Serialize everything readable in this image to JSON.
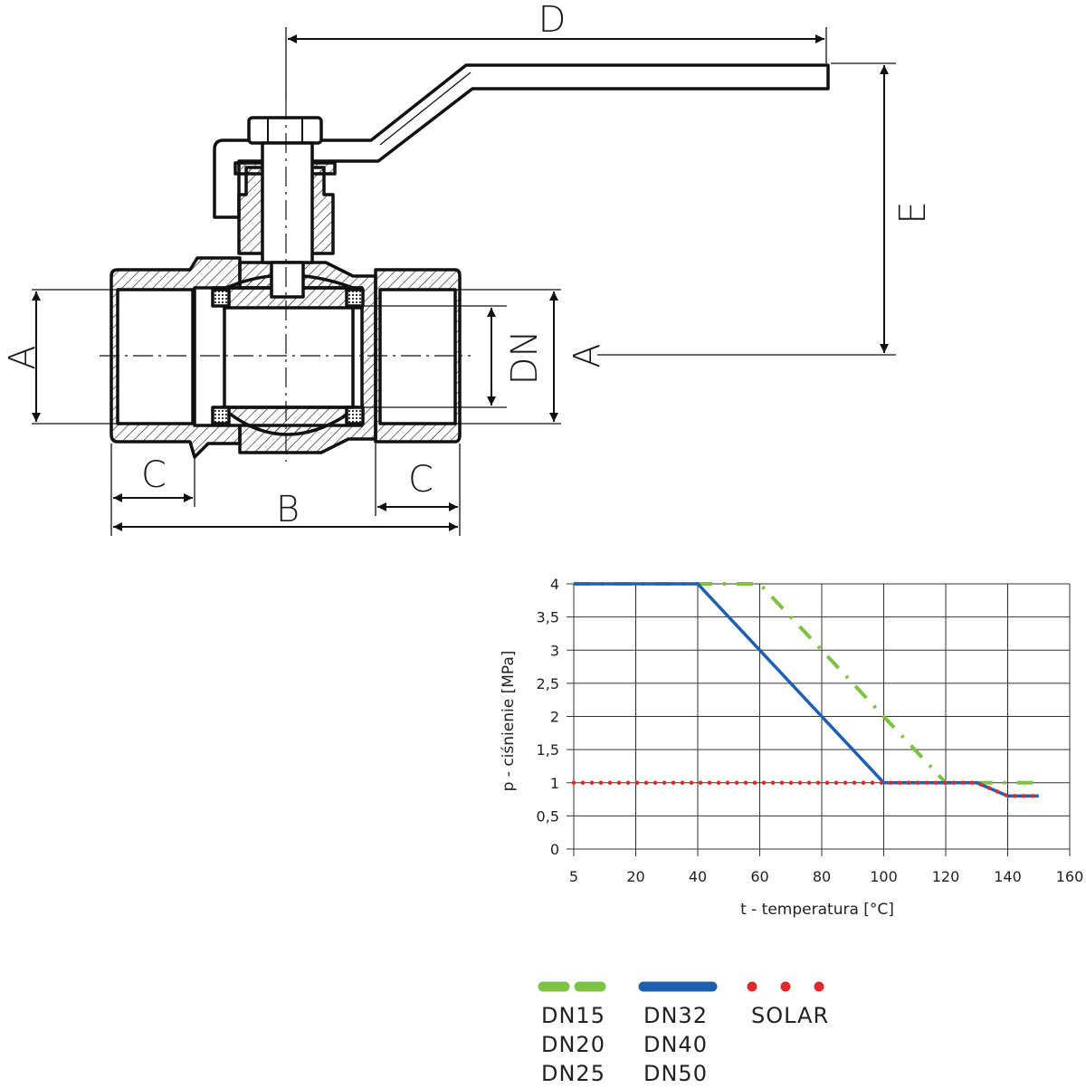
{
  "drawing": {
    "dimensions": {
      "d": "D",
      "e": "E",
      "a_left": "A",
      "a_right": "A",
      "dn": "DN",
      "c_left": "C",
      "c_right": "C",
      "b": "B"
    }
  },
  "legend": [
    {
      "color": "#7dc242",
      "style": "dash-dot",
      "labels": [
        "DN15",
        "DN20",
        "DN25"
      ]
    },
    {
      "color": "#1f5fb0",
      "style": "solid",
      "labels": [
        "DN32",
        "DN40",
        "DN50"
      ]
    },
    {
      "color": "#e02a2a",
      "style": "dotted",
      "labels": [
        "SOLAR"
      ]
    }
  ],
  "chart_data": {
    "type": "line",
    "xlabel": "t - temperatura [°C]",
    "ylabel": "p - ciśnienie [MPa]",
    "x_ticks": [
      "5",
      "20",
      "40",
      "60",
      "80",
      "100",
      "120",
      "140",
      "160"
    ],
    "y_ticks": [
      "0",
      "0,5",
      "1",
      "1,5",
      "2",
      "2,5",
      "3",
      "3,5",
      "4"
    ],
    "xlim": [
      5,
      160
    ],
    "ylim": [
      0,
      4
    ],
    "grid": true,
    "series": [
      {
        "name": "DN15 DN20 DN25",
        "color": "#7dc242",
        "style": "dash-dot",
        "points": [
          [
            5,
            4
          ],
          [
            60,
            4
          ],
          [
            120,
            1
          ],
          [
            150,
            1
          ]
        ]
      },
      {
        "name": "DN32 DN40 DN50",
        "color": "#1f5fb0",
        "style": "solid",
        "points": [
          [
            5,
            4
          ],
          [
            40,
            4
          ],
          [
            100,
            1
          ],
          [
            130,
            1
          ],
          [
            140,
            0.8
          ],
          [
            150,
            0.8
          ]
        ]
      },
      {
        "name": "SOLAR",
        "color": "#e02a2a",
        "style": "dotted",
        "points": [
          [
            5,
            1
          ],
          [
            130,
            1
          ],
          [
            140,
            0.8
          ],
          [
            150,
            0.8
          ]
        ]
      }
    ]
  }
}
